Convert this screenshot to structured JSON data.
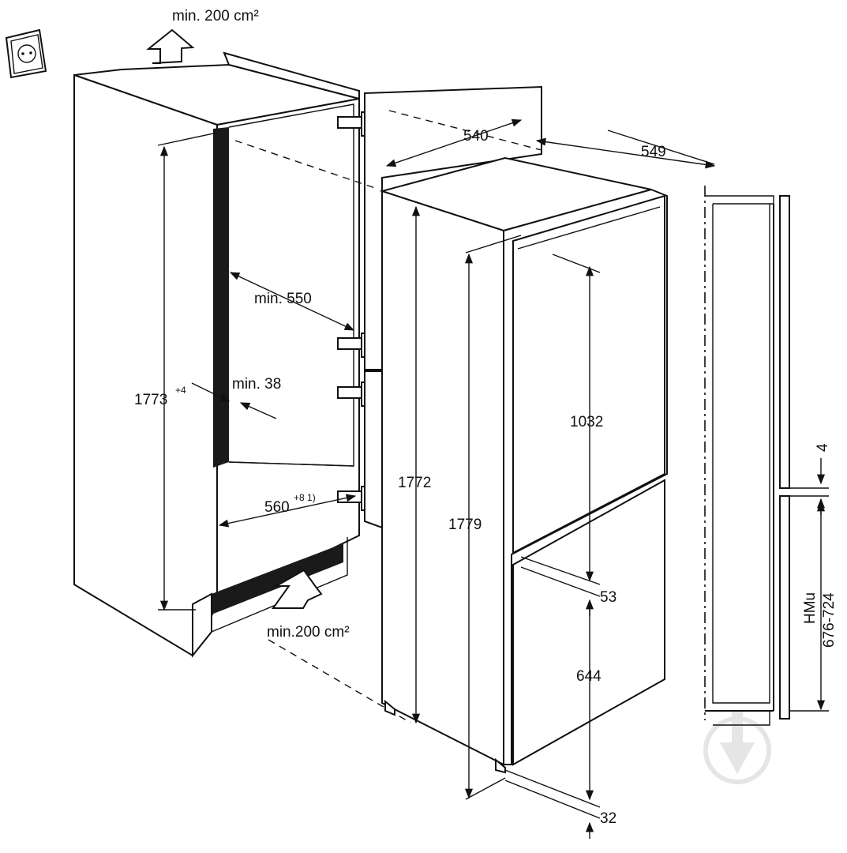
{
  "labels": {
    "vent_top": "min. 200 cm²",
    "vent_bottom": "min.200 cm²",
    "width_540": "540",
    "depth_549": "549",
    "min_550": "min. 550",
    "min_38": "min. 38",
    "height_1773": "1773",
    "height_1773_tol": "+4",
    "width_560": "560",
    "width_560_tol": "+8 1)",
    "height_1772": "1772",
    "height_1779": "1779",
    "door_1032": "1032",
    "gap_53": "53",
    "door_644": "644",
    "bottom_32": "32",
    "gap_4": "4",
    "hmu_title": "HMu",
    "hmu_range": "676-724"
  },
  "icons": [
    "socket-icon",
    "airflow-up-arrow-icon",
    "airflow-in-arrow-icon",
    "watermark-icon"
  ]
}
